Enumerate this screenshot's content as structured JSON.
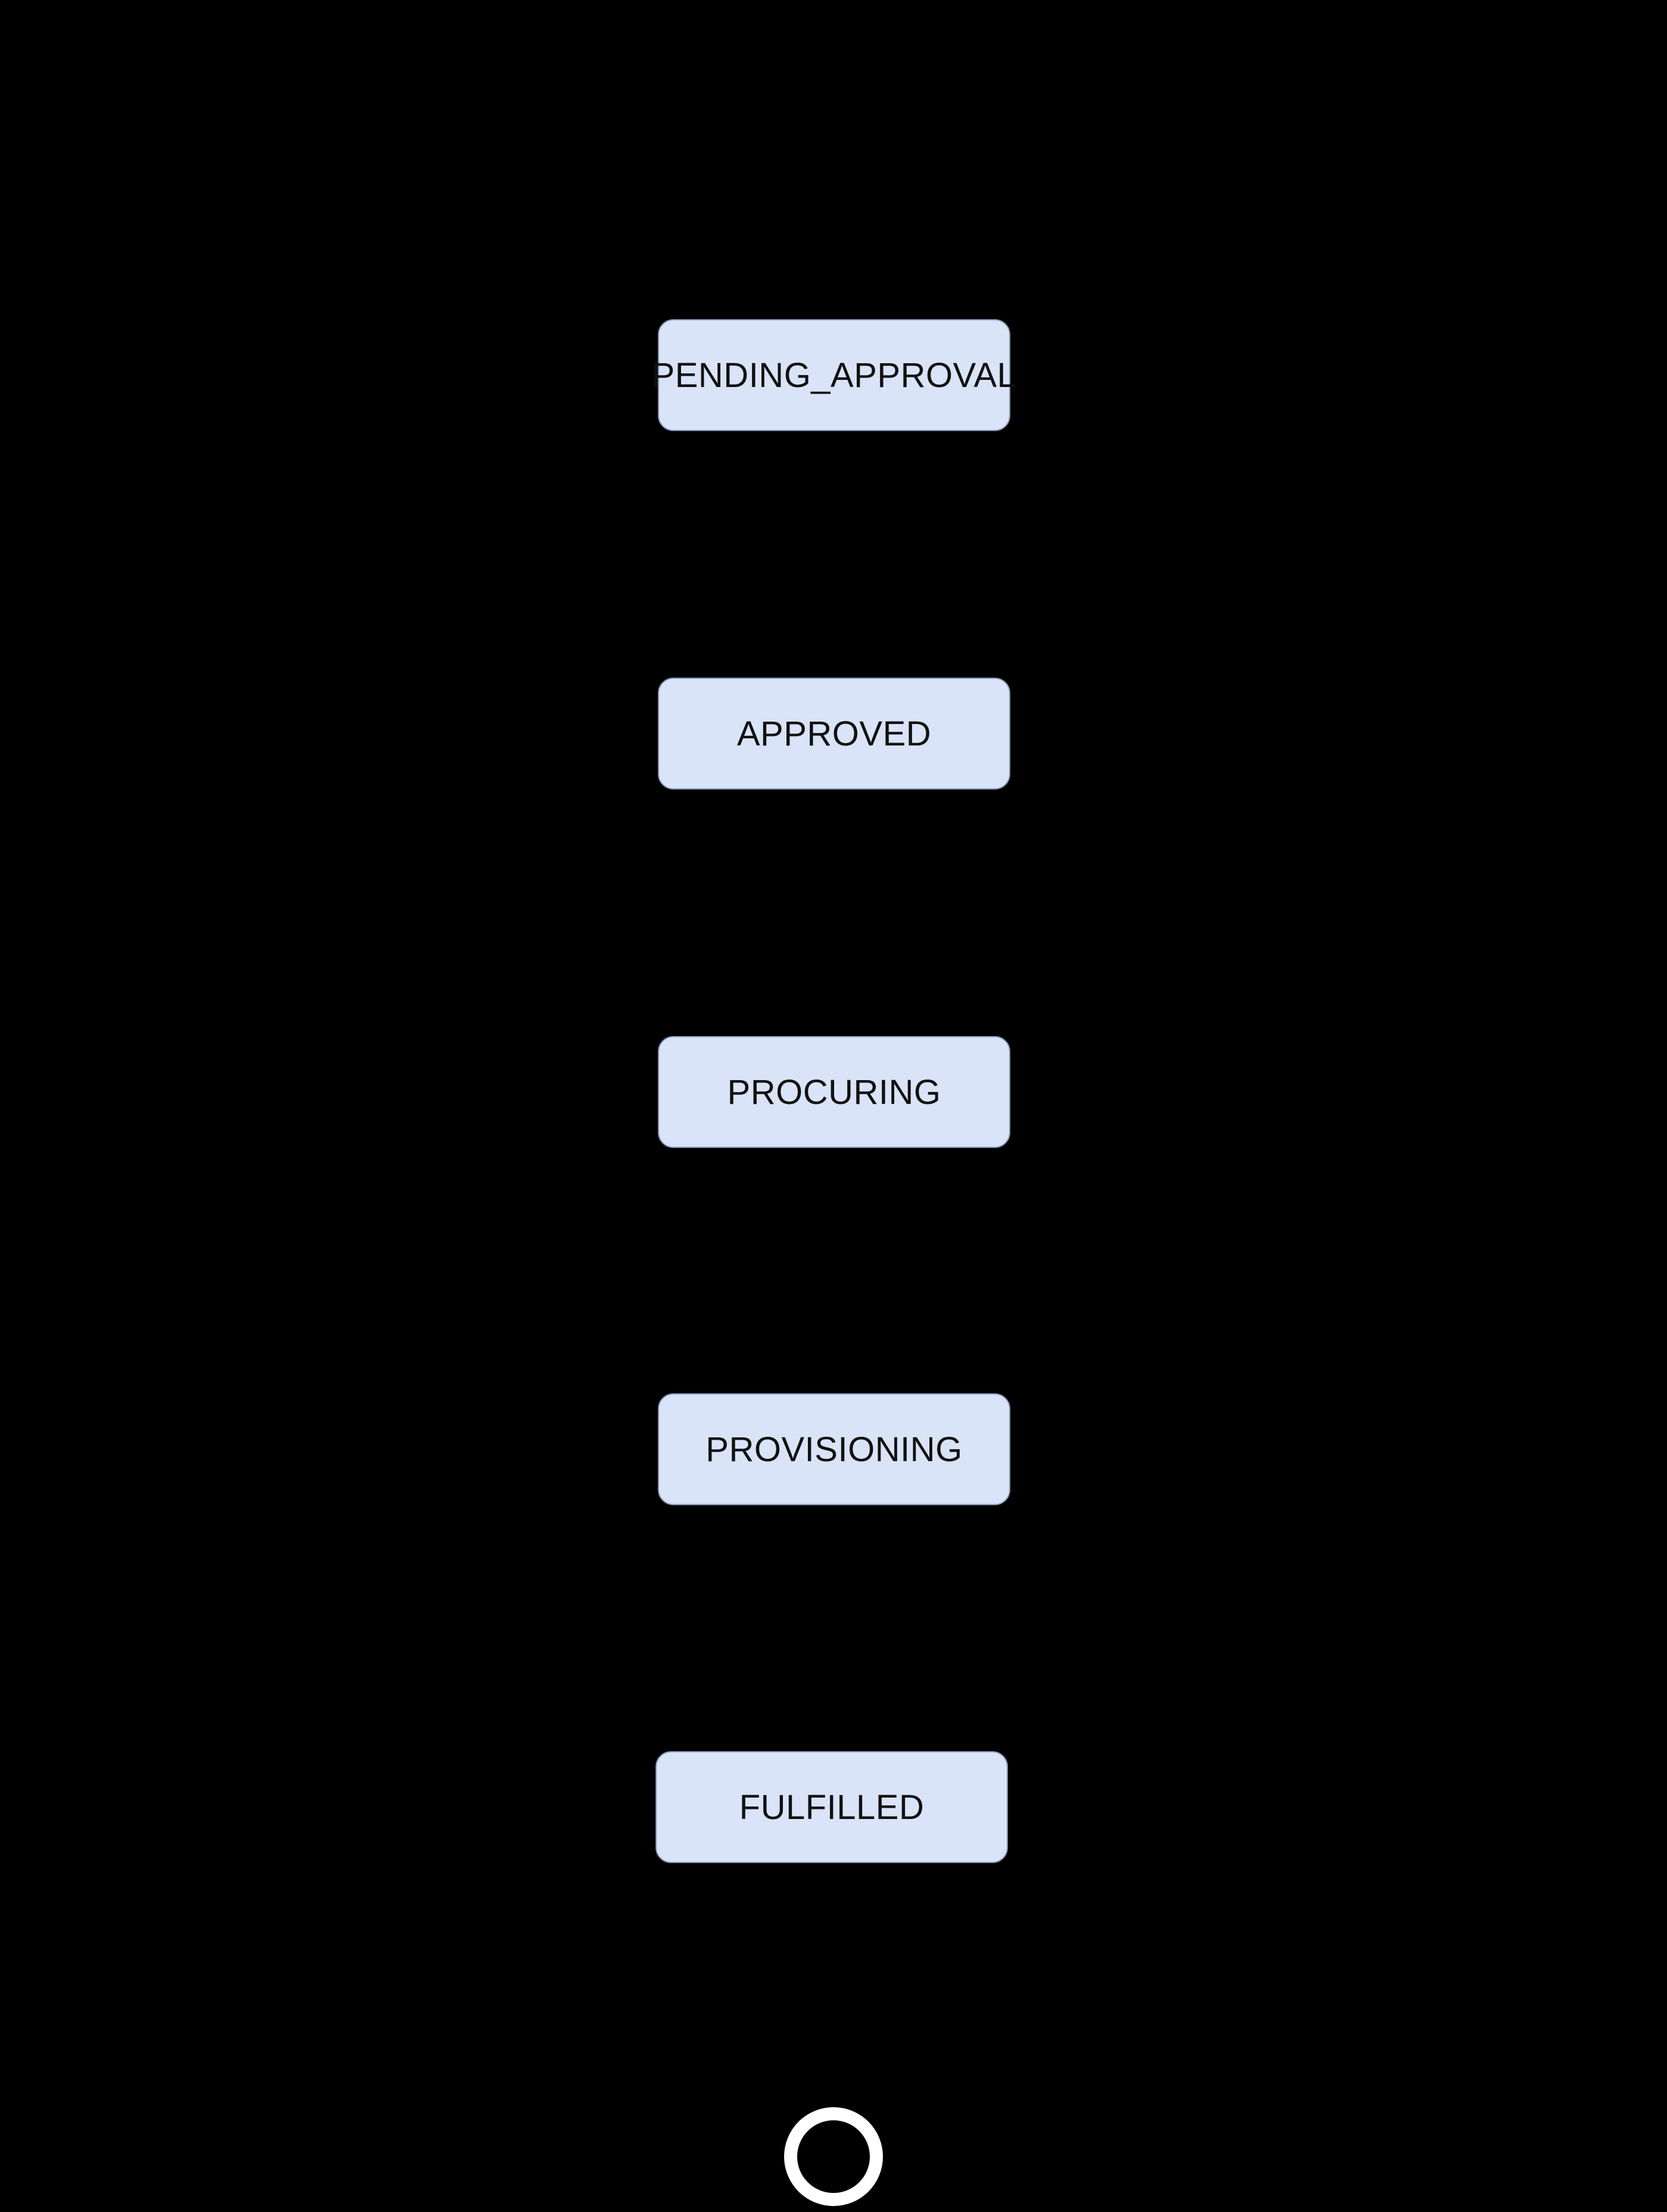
{
  "diagram": {
    "kind": "state-diagram",
    "orientation": "vertical",
    "states": [
      {
        "id": "pending_approval",
        "label": "PENDING_APPROVAL"
      },
      {
        "id": "approved",
        "label": "APPROVED"
      },
      {
        "id": "procuring",
        "label": "PROCURING"
      },
      {
        "id": "provisioning",
        "label": "PROVISIONING"
      },
      {
        "id": "fulfilled",
        "label": "FULFILLED"
      }
    ],
    "end_state": {
      "shape": "ring"
    },
    "colors": {
      "background": "#000000",
      "node_fill": "#d9e4f8",
      "node_border": "#8596b3",
      "node_text": "#111111",
      "end_ring": "#ffffff"
    }
  }
}
